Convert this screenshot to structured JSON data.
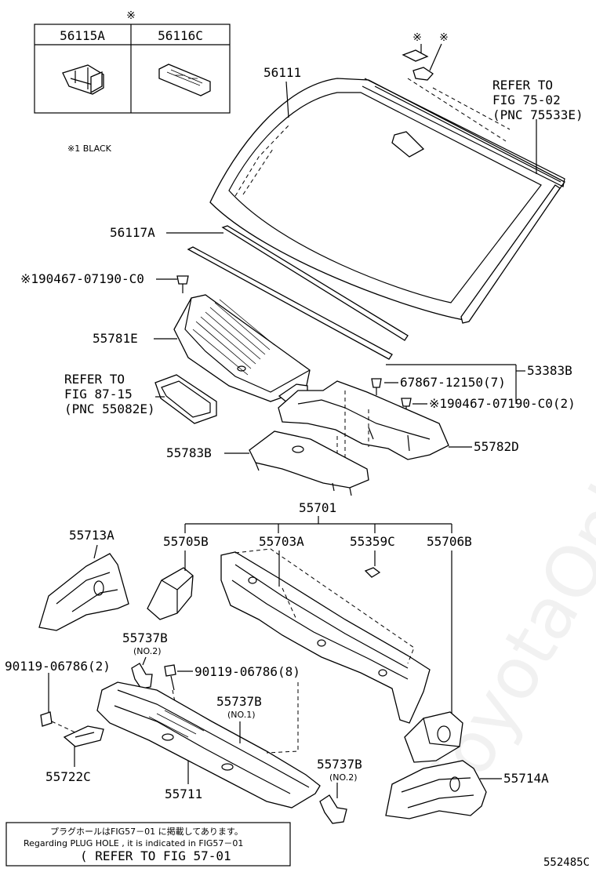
{
  "figure_code": "552485C",
  "note_mark": "※",
  "note_black": "※1 BLACK",
  "inset": {
    "part_a": "56115A",
    "part_b": "56116C"
  },
  "labels": {
    "p56111": "56111",
    "p56117A": "56117A",
    "p90467_07190_C0": "※190467-07190-C0",
    "p55781E": "55781E",
    "refer_87_l1": "REFER TO",
    "refer_87_l2": "FIG 87-15",
    "refer_87_l3": "(PNC 55082E)",
    "refer_75_l1": "REFER TO",
    "refer_75_l2": "FIG 75-02",
    "refer_75_l3": "(PNC 75533E)",
    "p53383B": "53383B",
    "p67867_12150": "67867-12150(7)",
    "p90467_07190_C0_2": "※190467-07190-C0(2)",
    "p55782D": "55782D",
    "p55783B": "55783B",
    "p55701": "55701",
    "p55713A": "55713A",
    "p55705B": "55705B",
    "p55703A": "55703A",
    "p55359C": "55359C",
    "p55706B": "55706B",
    "p55737B_a": "55737B",
    "p55737B_a_sub": "(NO.2)",
    "p90119_left": "90119-06786(2)",
    "p90119_mid": "90119-06786(8)",
    "p55737B_b": "55737B",
    "p55737B_b_sub": "(NO.1)",
    "p55722C": "55722C",
    "p55711": "55711",
    "p55737B_c": "55737B",
    "p55737B_c_sub": "(NO.2)",
    "p55714A": "55714A"
  },
  "footer": {
    "line1": "プラグホールはFIG57－01 に掲載してあります。",
    "line2": "Regarding PLUG HOLE , it is indicated in FIG57－01",
    "line3": "( REFER TO FIG 57-01"
  }
}
